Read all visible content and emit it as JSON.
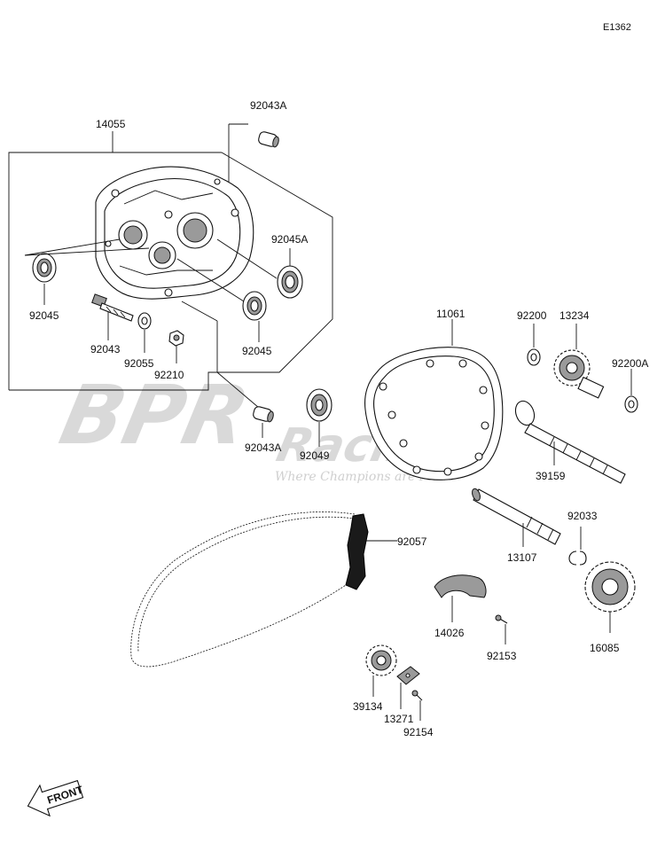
{
  "diagram_code": "E1362",
  "watermark": {
    "brand_top": "BPR",
    "brand_bottom": "Racing",
    "tagline": "Where Champions are Made"
  },
  "front_label": "FRONT",
  "parts": {
    "p14055": "14055",
    "p92043A_top": "92043A",
    "p92045A": "92045A",
    "p92045_left": "92045",
    "p92043": "92043",
    "p92055": "92055",
    "p92210": "92210",
    "p92045_mid": "92045",
    "p92043A_bottom": "92043A",
    "p92049": "92049",
    "p11061": "11061",
    "p92200": "92200",
    "p13234": "13234",
    "p92200A": "92200A",
    "p39159": "39159",
    "p92057": "92057",
    "p92033": "92033",
    "p13107": "13107",
    "p16085": "16085",
    "p14026": "14026",
    "p92153": "92153",
    "p39134": "39134",
    "p13271": "13271",
    "p92154": "92154"
  },
  "colors": {
    "line": "#111111",
    "watermark": "#d8d8d8"
  }
}
